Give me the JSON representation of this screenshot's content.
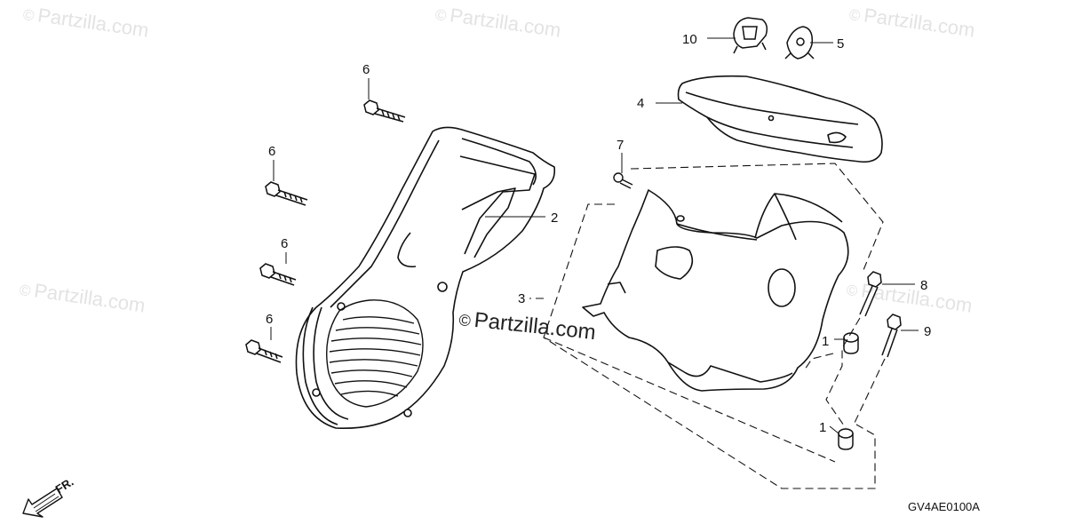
{
  "watermark": {
    "symbol": "©",
    "text": "Partzilla.com"
  },
  "center_watermark": {
    "symbol": "©",
    "text": "Partzilla.com"
  },
  "callouts": {
    "c1a": "1",
    "c1b": "1",
    "c2": "2",
    "c3": "3",
    "c4": "4",
    "c5": "5",
    "c6a": "6",
    "c6b": "6",
    "c6c": "6",
    "c6d": "6",
    "c7": "7",
    "c8": "8",
    "c9": "9",
    "c10": "10"
  },
  "diagram_code": "GV4AE0100A",
  "direction_label": "FR."
}
